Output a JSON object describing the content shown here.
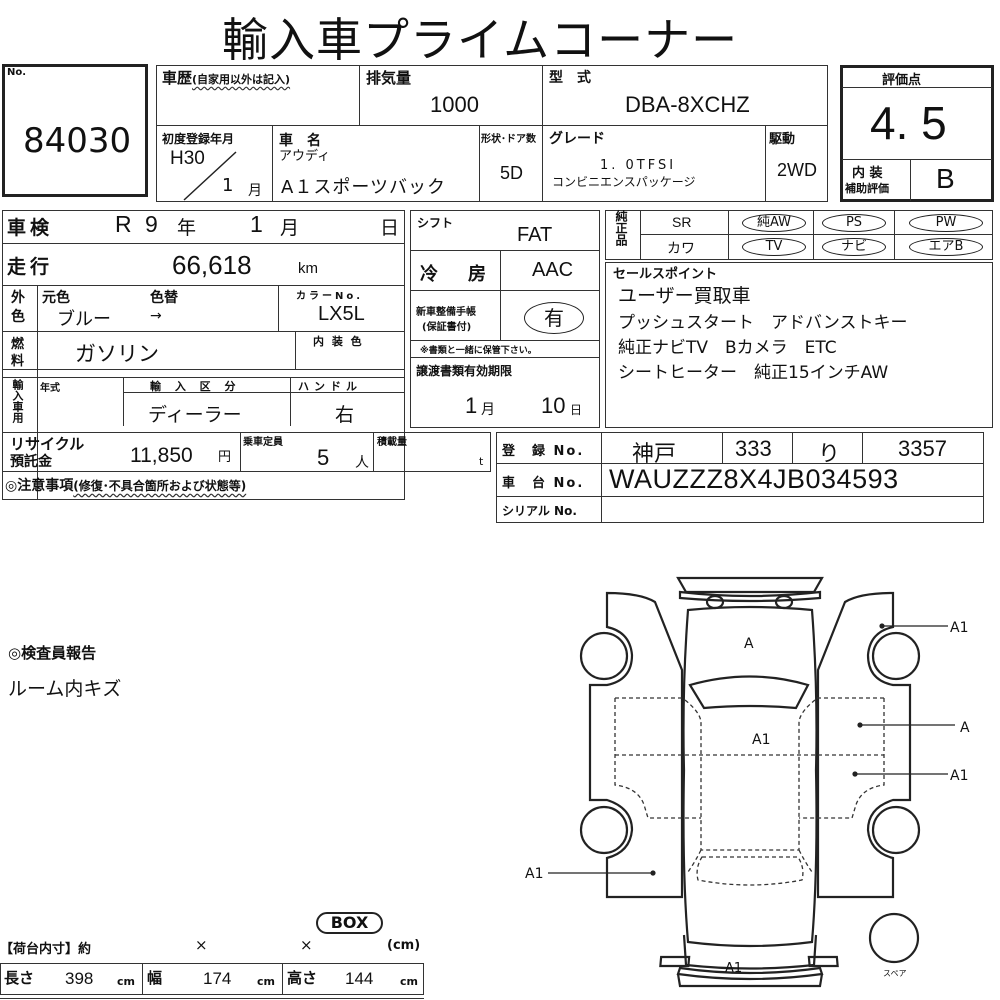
{
  "title": "輸入車プライムコーナー",
  "lot": {
    "label": "No.",
    "number": "84030"
  },
  "history": {
    "label": "車歴",
    "sublabel": "(自家用以外は記入)",
    "value": ""
  },
  "displacement": {
    "label": "排気量",
    "value": "1000"
  },
  "model_code": {
    "label": "型　式",
    "value": "DBA-8XCHZ"
  },
  "first_registration": {
    "label": "初度登録年月",
    "year": "H30",
    "month": "1",
    "month_unit": "月"
  },
  "car_name": {
    "label": "車　名",
    "maker": "アウディ",
    "model": "A１スポーツバック"
  },
  "body_doors": {
    "label": "形状･ドア数",
    "value": "5D"
  },
  "grade": {
    "label": "グレード",
    "line1": "1. 0TFSI",
    "line2": "コンビニエンスパッケージ"
  },
  "drive": {
    "label": "駆動",
    "value": "2WD"
  },
  "rating": {
    "label": "評価点",
    "score": "4. 5",
    "interior_label1": "内 装",
    "interior_label2": "補助評価",
    "interior_value": "B"
  },
  "inspection": {
    "label": "車検",
    "era": "R",
    "year": "9",
    "year_unit": "年",
    "month": "1",
    "month_unit": "月",
    "day_unit": "日"
  },
  "mileage": {
    "label": "走行",
    "value": "66,618",
    "unit": "km"
  },
  "exterior_color": {
    "label1": "外",
    "label2": "色",
    "original_label": "元色",
    "original": "ブルー",
    "repaint_label": "色替",
    "repaint": "→",
    "code_label": "カラーNo.",
    "code": "LX5L"
  },
  "fuel": {
    "label1": "燃",
    "label2": "料",
    "value": "ガソリン",
    "interior_color_label": "内 装 色",
    "interior_color": ""
  },
  "import": {
    "label": "輸入車用",
    "year_label": "年式",
    "year": "",
    "type_label": "輸 入 区 分",
    "type": "ディーラー",
    "handle_label": "ハンドル",
    "handle": "右"
  },
  "shift": {
    "label": "シフト",
    "value": "FAT"
  },
  "ac": {
    "label": "冷　房",
    "value": "AAC"
  },
  "service_book": {
    "label1": "新車整備手帳",
    "label2": "(保証書付)",
    "value": "有",
    "note": "※書類と一緒に保管下さい。"
  },
  "transfer_deadline": {
    "label": "譲渡書類有効期限",
    "month": "1",
    "month_unit": "月",
    "day": "10",
    "day_unit": "日"
  },
  "genuine_parts": {
    "label": "純正品",
    "row1": [
      {
        "text": "SR",
        "circled": false
      },
      {
        "text": "純AW",
        "circled": true
      },
      {
        "text": "PS",
        "circled": true
      },
      {
        "text": "PW",
        "circled": true
      }
    ],
    "row2": [
      {
        "text": "カワ",
        "circled": false
      },
      {
        "text": "TV",
        "circled": true
      },
      {
        "text": "ナビ",
        "circled": true
      },
      {
        "text": "エアB",
        "circled": true
      }
    ]
  },
  "sales_points": {
    "label": "セールスポイント",
    "lines": [
      "ユーザー買取車",
      "プッシュスタート　アドバンストキー",
      "純正ナビTV　Bカメラ　ETC",
      "シートヒーター　純正15インチAW"
    ]
  },
  "recycle": {
    "label1": "リサイクル",
    "label2": "預託金",
    "value": "11,850",
    "unit": "円"
  },
  "capacity": {
    "label": "乗車定員",
    "value": "5",
    "unit": "人"
  },
  "load": {
    "label": "積載量",
    "value": "",
    "unit": "t"
  },
  "notes": {
    "label": "◎注意事項",
    "sublabel": "(修復･不具合箇所および状態等)"
  },
  "registration": {
    "label": "登　録 No.",
    "region": "神戸",
    "class": "333",
    "kana": "り",
    "number": "3357"
  },
  "chassis": {
    "label": "車　台 No.",
    "value": "WAUZZZ8X4JB034593"
  },
  "serial": {
    "label": "シリアル No.",
    "value": ""
  },
  "inspector": {
    "label": "◎検査員報告",
    "text": "ルーム内キズ"
  },
  "cargo": {
    "label": "【荷台内寸】約",
    "x1": "×",
    "x2": "×",
    "unit": "(cm)",
    "box": "BOX",
    "length_label": "長さ",
    "length": "398",
    "width_label": "幅",
    "width": "174",
    "height_label": "高さ",
    "height": "144",
    "cm": "cm"
  },
  "diagram": {
    "marks": [
      {
        "text": "A",
        "pos": "hood"
      },
      {
        "text": "A1",
        "pos": "roof"
      },
      {
        "text": "A1",
        "pos": "right-front-fender"
      },
      {
        "text": "A",
        "pos": "right-front-door"
      },
      {
        "text": "A1",
        "pos": "right-rear-door"
      },
      {
        "text": "A1",
        "pos": "left-rear-quarter"
      },
      {
        "text": "A1",
        "pos": "rear-bumper"
      }
    ],
    "spare_label": "スペア"
  }
}
